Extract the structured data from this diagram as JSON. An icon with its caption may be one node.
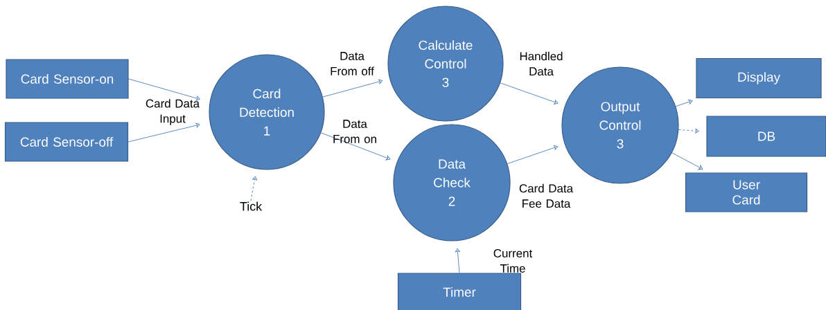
{
  "diagram": {
    "nodes": [
      {
        "text": [
          "Card Sensor-on"
        ]
      },
      {
        "text": [
          "Card Sensor-off"
        ]
      },
      {
        "text": [
          "Card Detection",
          "1"
        ]
      },
      {
        "text": [
          "Calculate Control",
          "3"
        ]
      },
      {
        "text": [
          "Data Check",
          "2"
        ]
      },
      {
        "text": [
          "Output Control",
          "3"
        ]
      },
      {
        "text": [
          "Display"
        ]
      },
      {
        "text": [
          "DB"
        ]
      },
      {
        "text": [
          "User Card"
        ]
      },
      {
        "text": [
          "Timer"
        ]
      },
      {
        "text": [
          "Tick"
        ]
      }
    ],
    "edges": [
      {
        "from": 0,
        "to": 2,
        "arrow": "to"
      },
      {
        "from": 1,
        "to": 2,
        "arrow": "to"
      },
      {
        "from": 2,
        "to": 3,
        "arrow": "to",
        "label": "Data From off"
      },
      {
        "from": 2,
        "to": 4,
        "arrow": "to",
        "label": "Data From on"
      },
      {
        "from": 3,
        "to": 5,
        "arrow": "to",
        "label": "Handled Data"
      },
      {
        "from": 4,
        "to": 5,
        "arrow": "to",
        "label": "Card Data Fee Data"
      },
      {
        "from": 5,
        "to": 6,
        "arrow": "to"
      },
      {
        "from": 5,
        "to": 7,
        "arrow": "to",
        "style": "dashed"
      },
      {
        "from": 5,
        "to": 8,
        "arrow": "to"
      },
      {
        "from": 9,
        "to": 4,
        "arrow": "to",
        "label": "Current Time"
      },
      {
        "from": 10,
        "to": 2,
        "arrow": "to",
        "style": "dashed"
      }
    ],
    "labels": [
      "Card Data Input"
    ]
  }
}
